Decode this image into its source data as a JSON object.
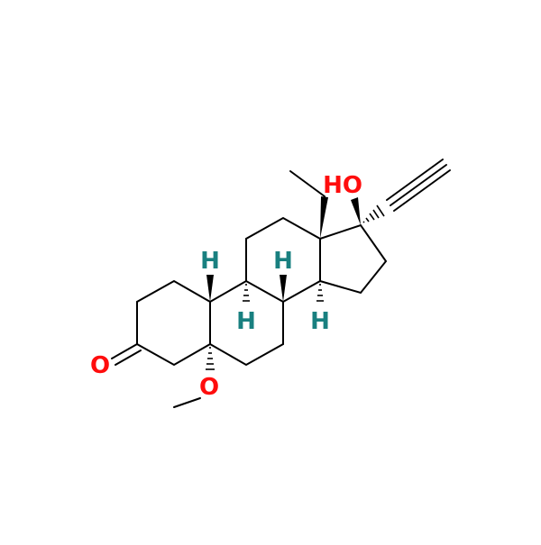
{
  "molecule": {
    "atom_labels": {
      "hydroxyl": "HO",
      "ketone_oxygen": "O",
      "methoxy_oxygen": "O",
      "h_c10": "H",
      "h_c9": "H",
      "h_c8": "H",
      "h_c14": "H"
    },
    "colors": {
      "bond": "#000000",
      "oxygen": "#ff0d0d",
      "hydrogen": "#198080"
    }
  }
}
